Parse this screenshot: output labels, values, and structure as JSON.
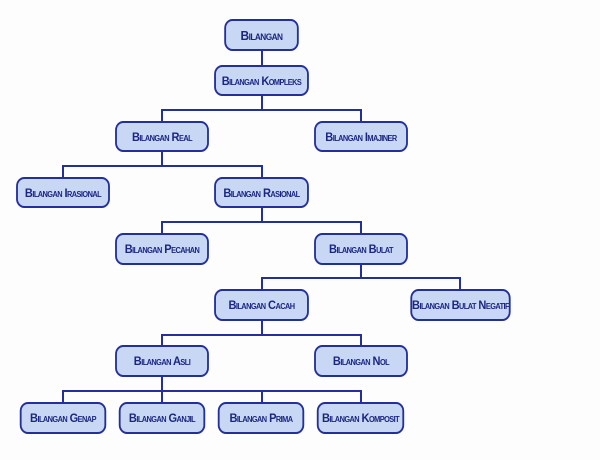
{
  "colors": {
    "fill": "#c8d7f4",
    "border": "#23309a",
    "text": "#1b2680"
  },
  "nodes": {
    "bilangan": "Bilangan",
    "kompleks": "Bilangan Kompleks",
    "real": "Bilangan Real",
    "imajiner": "Bilangan Imajiner",
    "irasional": "Bilangan Irasional",
    "rasional": "Bilangan Rasional",
    "pecahan": "Bilangan Pecahan",
    "bulat": "Bilangan Bulat",
    "cacah": "Bilangan Cacah",
    "bulat_negatif": "Bilangan Bulat Negatif",
    "asli": "Bilangan Asli",
    "nol": "Bilangan Nol",
    "genap": "Bilangan Genap",
    "ganjil": "Bilangan Ganjil",
    "prima": "Bilangan Prima",
    "komposit": "Bilangan Komposit"
  }
}
